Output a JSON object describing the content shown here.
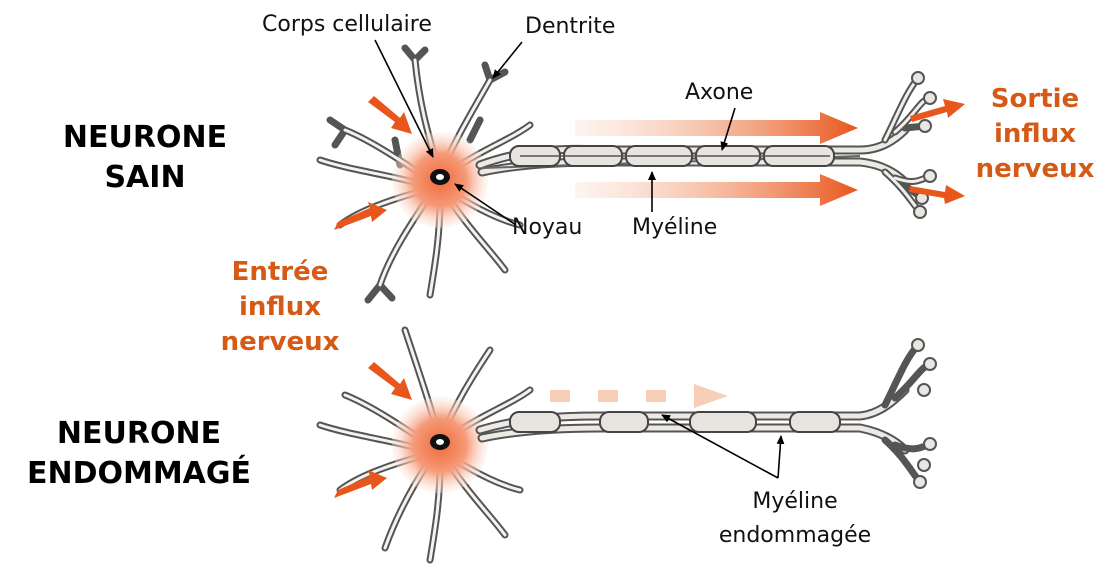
{
  "labels": {
    "healthy_title_1": "NEURONE",
    "healthy_title_2": "SAIN",
    "damaged_title_1": "NEURONE",
    "damaged_title_2": "ENDOMMAGÉ",
    "input_1": "Entrée",
    "input_2": "influx",
    "input_3": "nerveux",
    "output_1": "Sortie",
    "output_2": "influx",
    "output_3": "nerveux",
    "cell_body": "Corps cellulaire",
    "dendrite": "Dentrite",
    "axon": "Axone",
    "nucleus": "Noyau",
    "myelin": "Myéline",
    "damaged_myelin_1": "Myéline",
    "damaged_myelin_2": "endommagée"
  },
  "colors": {
    "signal": "#e8561c",
    "signal_text": "#d45a16",
    "soma": "#f28a62",
    "nerve_outline": "#555555",
    "nerve_fill": "#eae7e3"
  }
}
